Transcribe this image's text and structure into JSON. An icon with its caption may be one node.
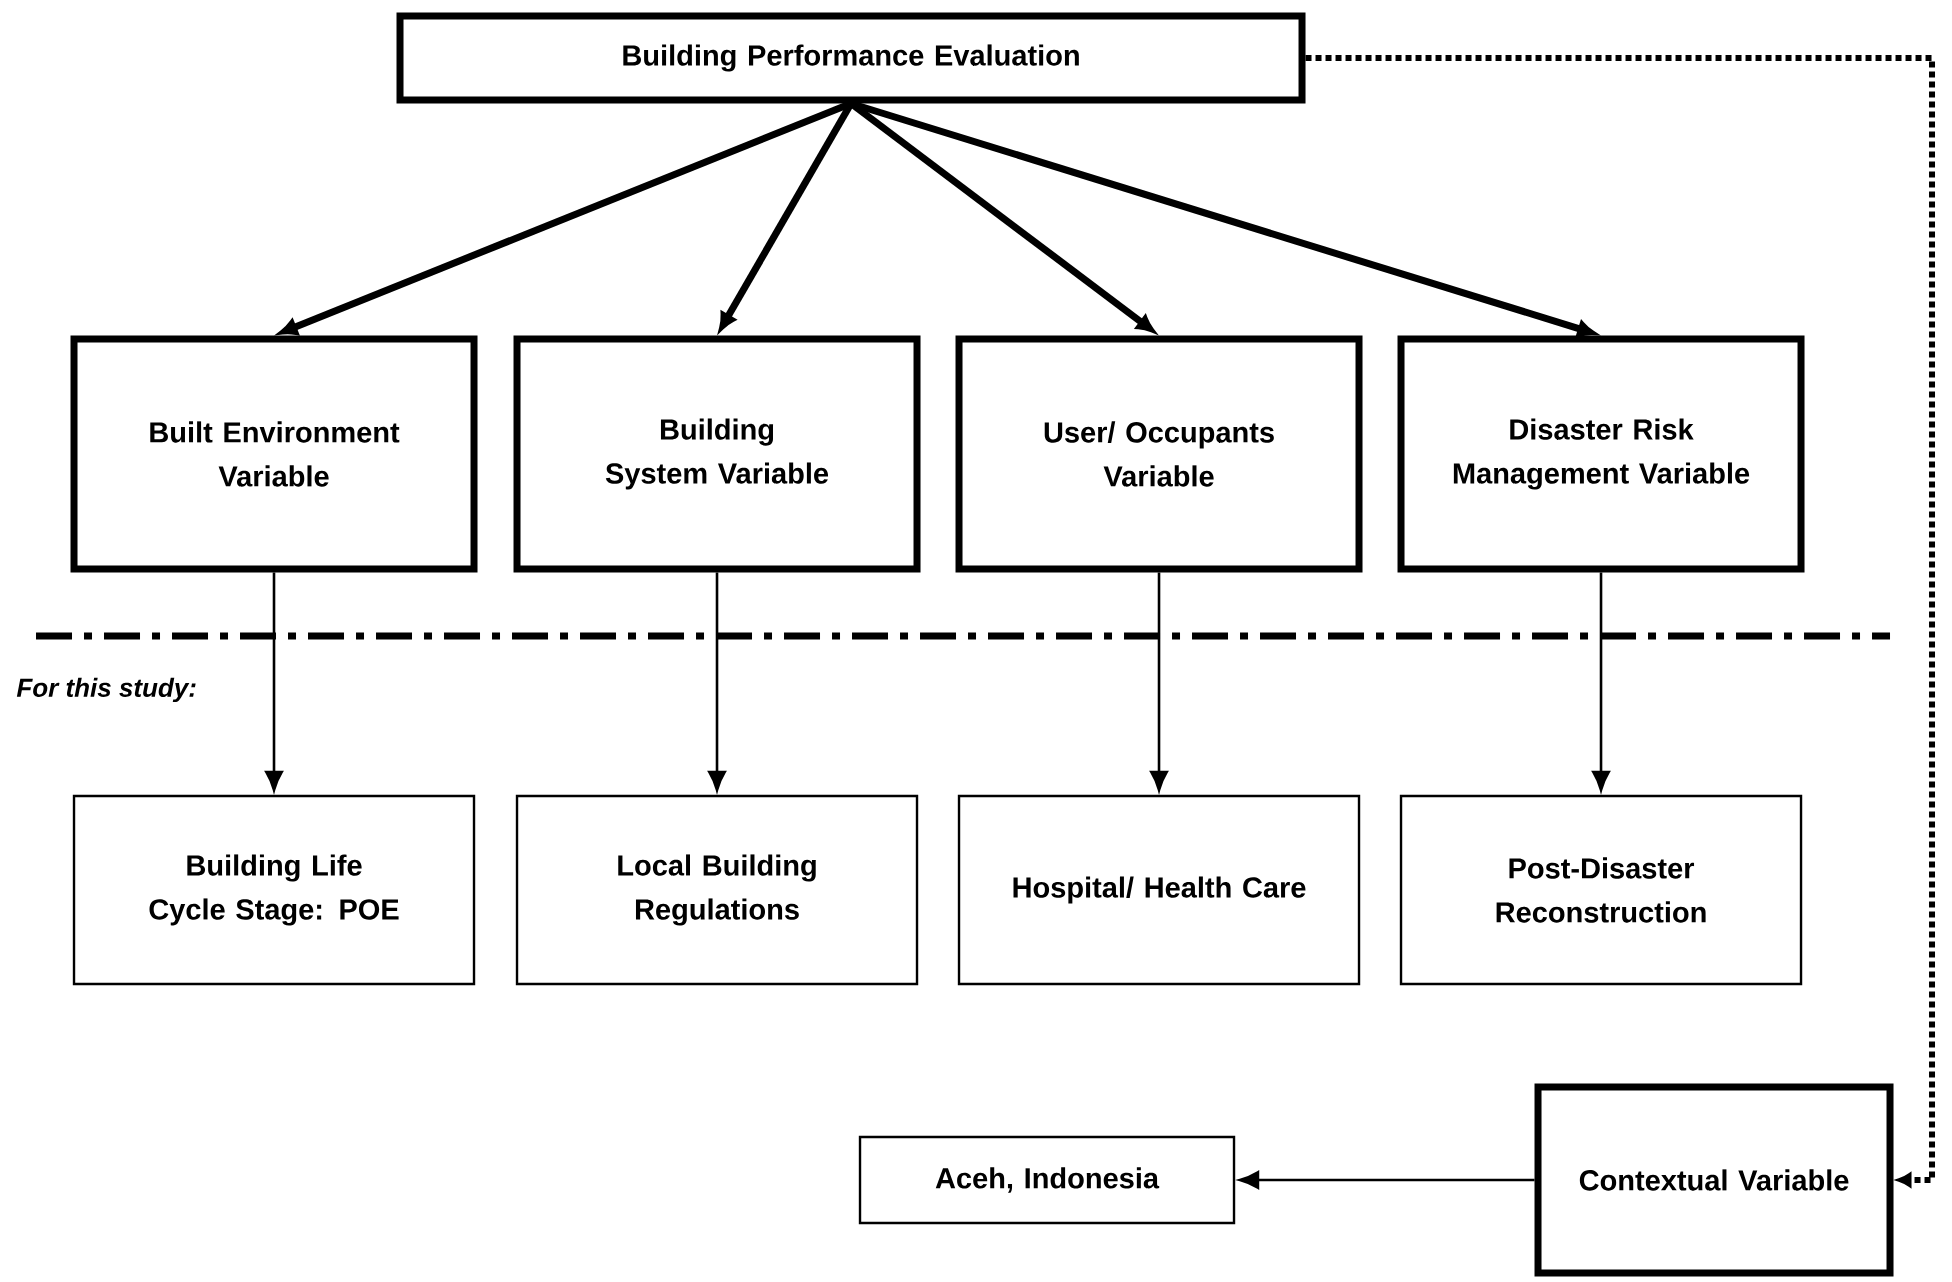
{
  "diagram": {
    "nodes": [
      {
        "text": [
          "Building Performance Evaluation"
        ]
      },
      {
        "text": [
          "Built Environment Variable"
        ]
      },
      {
        "text": [
          "Building System Variable"
        ]
      },
      {
        "text": [
          "User/ Occupants Variable"
        ]
      },
      {
        "text": [
          "Disaster Risk Management Variable"
        ]
      },
      {
        "text": [
          "Building Life Cycle Stage: POE"
        ]
      },
      {
        "text": [
          "Local Building Regulations"
        ]
      },
      {
        "text": [
          "Hospital/ Health Care"
        ]
      },
      {
        "text": [
          "Post-Disaster Reconstruction"
        ]
      },
      {
        "text": [
          "Contextual Variable"
        ]
      },
      {
        "text": [
          "Aceh, Indonesia"
        ]
      }
    ],
    "edges": [
      {
        "from": 0,
        "to": 1,
        "arrow": "to",
        "style": "thick"
      },
      {
        "from": 0,
        "to": 2,
        "arrow": "to",
        "style": "thick"
      },
      {
        "from": 0,
        "to": 3,
        "arrow": "to",
        "style": "thick"
      },
      {
        "from": 0,
        "to": 4,
        "arrow": "to",
        "style": "thick"
      },
      {
        "from": 1,
        "to": 5,
        "arrow": "to"
      },
      {
        "from": 2,
        "to": 6,
        "arrow": "to"
      },
      {
        "from": 3,
        "to": 7,
        "arrow": "to"
      },
      {
        "from": 4,
        "to": 8,
        "arrow": "to"
      },
      {
        "from": 0,
        "to": 9,
        "arrow": "to",
        "style": "dashed"
      },
      {
        "from": 9,
        "to": 10,
        "arrow": "to"
      }
    ],
    "labels": [
      "For this study:"
    ]
  }
}
